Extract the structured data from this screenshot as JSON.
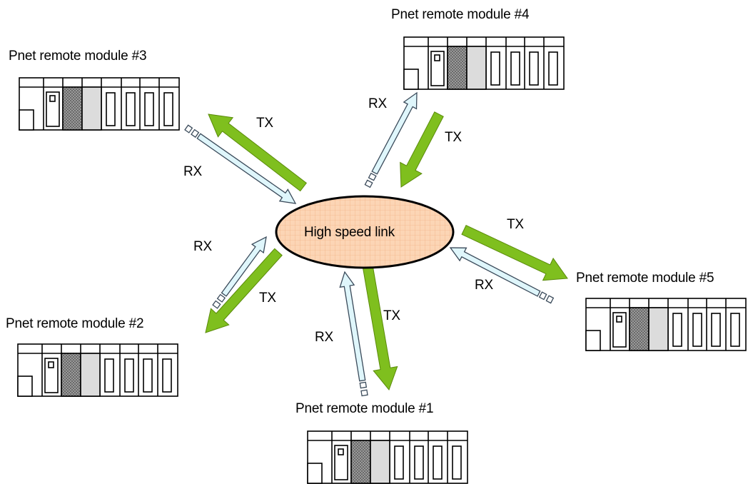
{
  "hub": {
    "label": "High speed link",
    "fill": "#fcd5b5"
  },
  "modules": [
    {
      "id": 1,
      "label": "Pnet remote module #1"
    },
    {
      "id": 2,
      "label": "Pnet remote module #2"
    },
    {
      "id": 3,
      "label": "Pnet remote module #3"
    },
    {
      "id": 4,
      "label": "Pnet remote module #4"
    },
    {
      "id": 5,
      "label": "Pnet remote module #5"
    }
  ],
  "link_labels": {
    "tx": "TX",
    "rx": "RX"
  },
  "colors": {
    "tx_arrow": "#7fbf1e",
    "rx_arrow": "#dff6fb",
    "hatched_module": "#8c8c8c",
    "gray_module": "#dcdcdc"
  }
}
